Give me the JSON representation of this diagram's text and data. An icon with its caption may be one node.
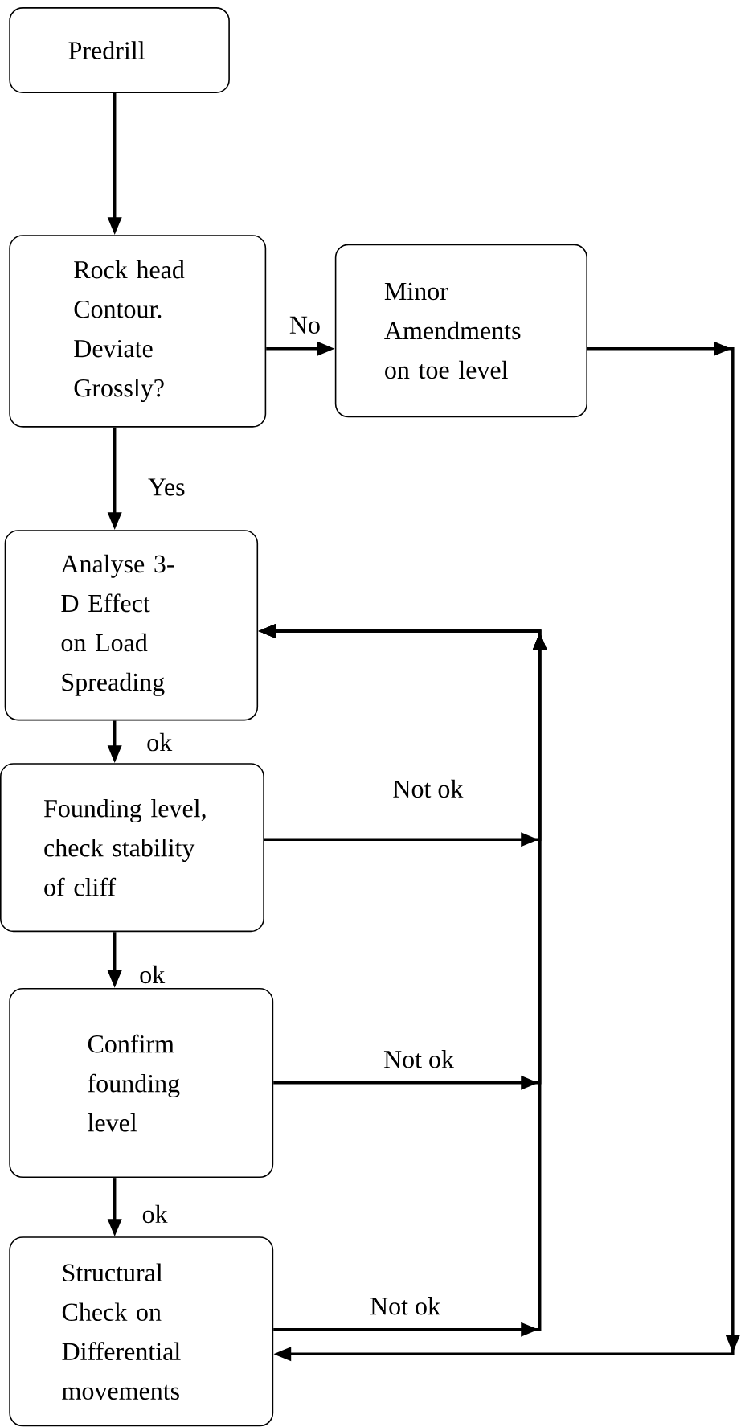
{
  "diagram": {
    "nodes": [
      {
        "text": [
          "Predrill"
        ]
      },
      {
        "text": [
          "Rock head Contour. Deviate Grossly?"
        ]
      },
      {
        "text": [
          "Minor Amendments on toe level"
        ]
      },
      {
        "text": [
          "Analyse 3-D Effect on Load Spreading"
        ]
      },
      {
        "text": [
          "Founding level, check stability of cliff"
        ]
      },
      {
        "text": [
          "Confirm founding level"
        ]
      },
      {
        "text": [
          "Structural Check on Differential movements"
        ]
      }
    ],
    "edges": [
      {
        "from": 0,
        "to": 1,
        "arrow": "to"
      },
      {
        "from": 1,
        "to": 2,
        "arrow": "to",
        "label": "No"
      },
      {
        "from": 1,
        "to": 3,
        "arrow": "to",
        "label": "Yes"
      },
      {
        "from": 3,
        "to": 4,
        "arrow": "to",
        "label": "ok"
      },
      {
        "from": 4,
        "to": 5,
        "arrow": "to",
        "label": "ok"
      },
      {
        "from": 5,
        "to": 6,
        "arrow": "to",
        "label": "ok"
      },
      {
        "from": 4,
        "to": 3,
        "arrow": "to",
        "label": "Not ok"
      },
      {
        "from": 5,
        "to": 3,
        "arrow": "to",
        "label": "Not ok"
      },
      {
        "from": 6,
        "to": 3,
        "arrow": "to",
        "label": "Not ok"
      },
      {
        "from": 2,
        "to": 6,
        "arrow": "to"
      }
    ]
  }
}
